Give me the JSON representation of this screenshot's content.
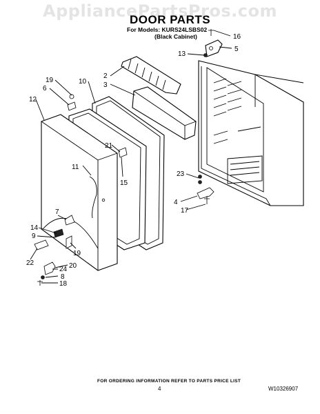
{
  "watermark": "AppliancePartsPros.com",
  "title": "DOOR PARTS",
  "subtitle_line1": "For Models: KURS24LSBS02",
  "subtitle_line2": "(Black Cabinet)",
  "footer_note": "FOR ORDERING INFORMATION REFER TO PARTS PRICE LIST",
  "page_number": "4",
  "document_code": "W10326907",
  "callouts": [
    "16",
    "5",
    "13",
    "2",
    "3",
    "19",
    "10",
    "6",
    "12",
    "21",
    "11",
    "15",
    "23",
    "4",
    "17",
    "7",
    "14",
    "9",
    "19",
    "22",
    "20",
    "24",
    "8",
    "18"
  ]
}
